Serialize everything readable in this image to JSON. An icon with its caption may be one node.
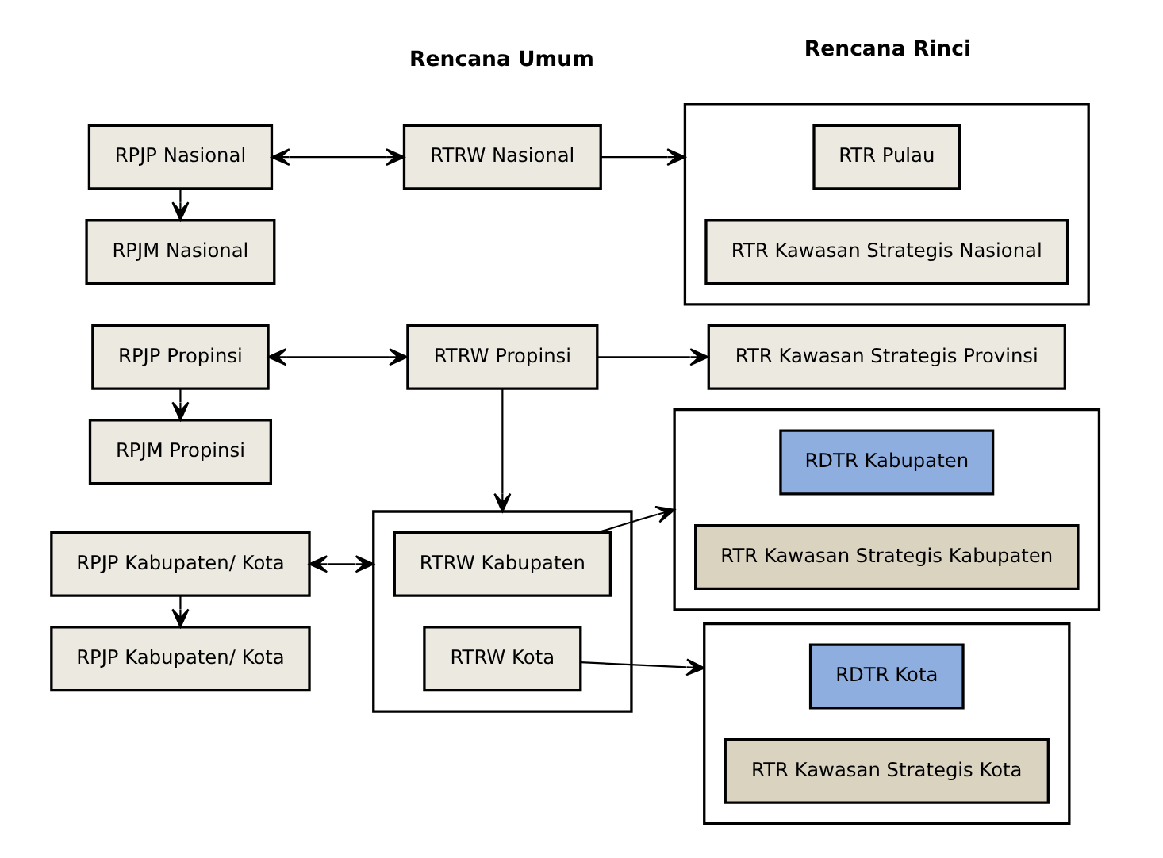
{
  "diagram": {
    "nodes": [
      {
        "text": [
          "RPJP Nasional"
        ]
      },
      {
        "text": [
          "RTRW Nasional"
        ]
      },
      {
        "text": [],
        "shape": "box"
      },
      {
        "text": [
          "RTR Pulau"
        ],
        "in": 2
      },
      {
        "text": [
          "RTR Kawasan Strategis Nasional"
        ],
        "in": 2
      },
      {
        "text": [
          "RPJM Nasional"
        ]
      },
      {
        "text": [
          "RPJP Propinsi"
        ]
      },
      {
        "text": [
          "RTRW Propinsi"
        ]
      },
      {
        "text": [
          "RTR Kawasan Strategis Provinsi"
        ]
      },
      {
        "text": [
          "RPJM Propinsi"
        ]
      },
      {
        "text": [],
        "shape": "box"
      },
      {
        "text": [
          "RTRW Kabupaten"
        ],
        "in": 10
      },
      {
        "text": [],
        "shape": "box"
      },
      {
        "text": [
          "RDTR Kabupaten"
        ],
        "in": 12
      },
      {
        "text": [
          "RTR Kawasan Strategis Kabupaten"
        ],
        "in": 12
      },
      {
        "text": [
          "RPJP Kabupaten/ Kota"
        ]
      },
      {
        "text": [
          "RTRW Kota"
        ],
        "in": 10
      },
      {
        "text": [],
        "shape": "box"
      },
      {
        "text": [
          "RDTR Kota"
        ],
        "in": 17
      },
      {
        "text": [
          "RTR Kawasan Strategis Kota"
        ],
        "in": 17
      },
      {
        "text": [
          "RPJP Kabupaten/ Kota"
        ]
      }
    ],
    "edges": [
      {
        "from": 0,
        "to": 1,
        "arrow": "both"
      },
      {
        "from": 1,
        "to": 2,
        "arrow": "to"
      },
      {
        "from": 0,
        "to": 5,
        "arrow": "to"
      },
      {
        "from": 6,
        "to": 7,
        "arrow": "both"
      },
      {
        "from": 7,
        "to": 8,
        "arrow": "to"
      },
      {
        "from": 6,
        "to": 9,
        "arrow": "to"
      },
      {
        "from": 7,
        "to": 10,
        "arrow": "to"
      },
      {
        "from": 15,
        "to": 10,
        "arrow": "both"
      },
      {
        "from": 11,
        "to": 12,
        "arrow": "to"
      },
      {
        "from": 16,
        "to": 17,
        "arrow": "to"
      },
      {
        "from": 15,
        "to": 20,
        "arrow": "to"
      }
    ],
    "labels": [
      "Rencana Umum",
      "Rencana Rinci"
    ]
  }
}
